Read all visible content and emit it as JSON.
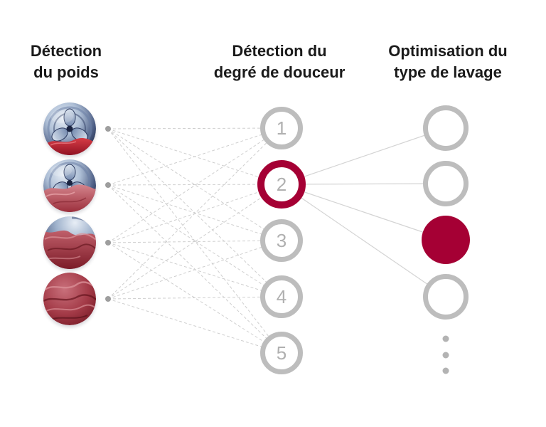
{
  "colors": {
    "accent": "#A50034",
    "ring-gray": "#BDBDBD",
    "number-gray": "#B0B0B0",
    "line-gray": "#CFCFCF",
    "dot-gray": "#9E9E9E",
    "text-black": "#1A1A1A"
  },
  "columns": [
    {
      "id": "weight-detection",
      "line1": "Détection",
      "line2": "du poids"
    },
    {
      "id": "softness-detection",
      "line1": "Détection du",
      "line2": "degré de douceur"
    },
    {
      "id": "wash-optimization",
      "line1": "Optimisation du",
      "line2": "type de lavage"
    }
  ],
  "inputs": {
    "photos": [
      {
        "icon": "drum-load-small-photo"
      },
      {
        "icon": "drum-load-medium-photo"
      },
      {
        "icon": "drum-load-large-photo"
      },
      {
        "icon": "drum-load-full-photo"
      }
    ]
  },
  "softness": {
    "levels": [
      "1",
      "2",
      "3",
      "4",
      "5"
    ],
    "selected_level": "2"
  },
  "output": {
    "nodes": 4,
    "selected_index": 2,
    "ellipsis_dots": 3
  }
}
